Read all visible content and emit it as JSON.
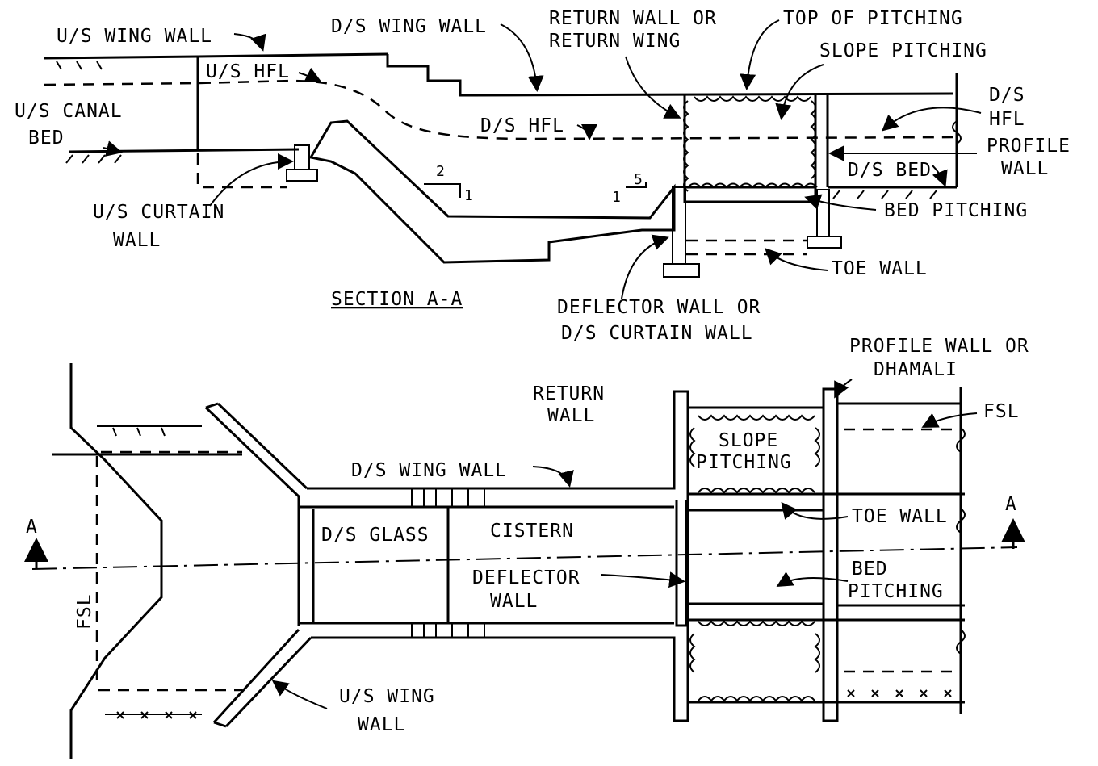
{
  "section": {
    "title": "SECTION A-A",
    "labels": {
      "us_wing_wall": "U/S WING WALL",
      "ds_wing_wall": "D/S WING WALL",
      "return_wall_1": "RETURN WALL OR",
      "return_wall_2": "RETURN WING",
      "top_of_pitching": "TOP OF PITCHING",
      "slope_pitching": "SLOPE PITCHING",
      "us_hfl": "U/S HFL",
      "ds_hfl": "D/S HFL",
      "us_canal_bed_1": "U/S CANAL",
      "us_canal_bed_2": "BED",
      "ds_hfl_right_1": "D/S",
      "ds_hfl_right_2": "HFL",
      "profile_wall_1": "PROFILE",
      "profile_wall_2": "WALL",
      "ds_bed": "D/S BED",
      "bed_pitching": "BED PITCHING",
      "toe_wall": "TOE WALL",
      "us_curtain_wall_1": "U/S CURTAIN",
      "us_curtain_wall_2": "WALL",
      "deflector_wall_1": "DEFLECTOR WALL OR",
      "deflector_wall_2": "D/S CURTAIN WALL",
      "slope_2": "2",
      "slope_1a": "1",
      "slope_5": "5",
      "slope_1b": "1"
    }
  },
  "plan": {
    "labels": {
      "profile_wall_1": "PROFILE WALL OR",
      "profile_wall_2": "DHAMALI",
      "return_wall_1": "RETURN",
      "return_wall_2": "WALL",
      "fsl_right": "FSL",
      "ds_wing_wall": "D/S WING WALL",
      "slope_pitching_1": "SLOPE",
      "slope_pitching_2": "PITCHING",
      "ds_glacis": "D/S GLASS",
      "cistern": "CISTERN",
      "toe_wall": "TOE WALL",
      "section_mark_left": "A",
      "section_mark_right": "A",
      "deflector_wall_1": "DEFLECTOR",
      "deflector_wall_2": "WALL",
      "bed_pitching_1": "BED",
      "bed_pitching_2": "PITCHING",
      "fsl_left": "FSL",
      "us_wing_wall_1": "U/S WING",
      "us_wing_wall_2": "WALL"
    }
  },
  "colors": {
    "ink": "#000000",
    "paper": "#ffffff"
  }
}
